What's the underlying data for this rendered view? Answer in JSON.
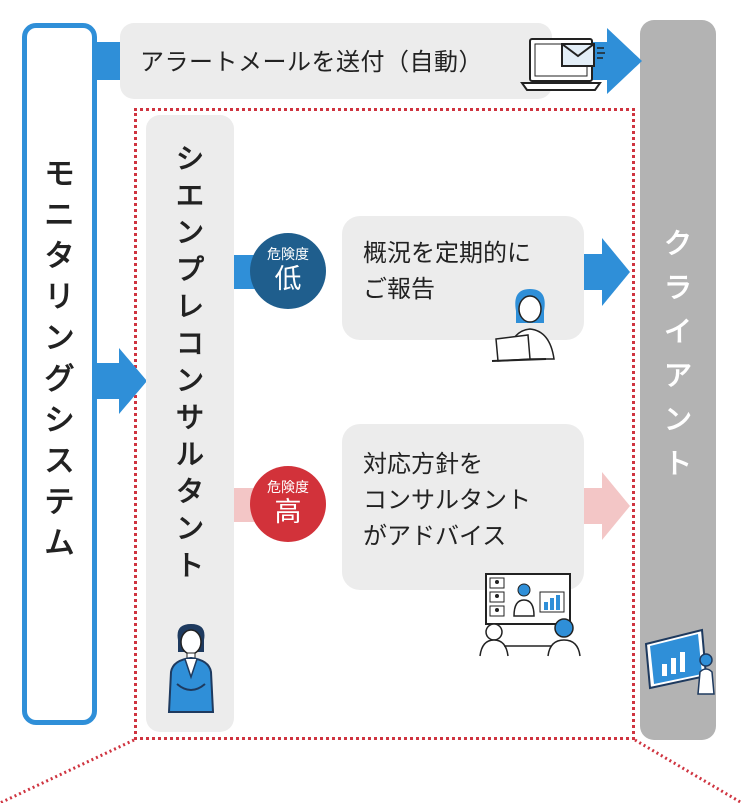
{
  "monitoring_system": {
    "label": "モニタリングシステム"
  },
  "alert": {
    "label": "アラートメールを送付（自動）"
  },
  "client": {
    "label": "クライアント"
  },
  "consultant": {
    "label": "シエンプレコンサルタント"
  },
  "risk_low": {
    "prefix": "危険度",
    "level": "低",
    "line1": "概況を定期的に",
    "line2": "ご報告",
    "color": "#1f5e8d",
    "arrow_color": "#2f8fd8"
  },
  "risk_high": {
    "prefix": "危険度",
    "level": "高",
    "line1": "対応方針を",
    "line2": "コンサルタント",
    "line3": "がアドバイス",
    "color": "#d2323a",
    "arrow_color": "#f3c6c6"
  },
  "colors": {
    "monitor_border": "#2f8fd8",
    "client_column": "#b3b3b3",
    "box_background": "#ececec",
    "dotted_border": "#cf3440"
  },
  "icons": [
    "laptop-email-icon",
    "woman-laptop-icon",
    "video-meeting-icon",
    "consultant-woman-icon",
    "presentation-icon"
  ]
}
